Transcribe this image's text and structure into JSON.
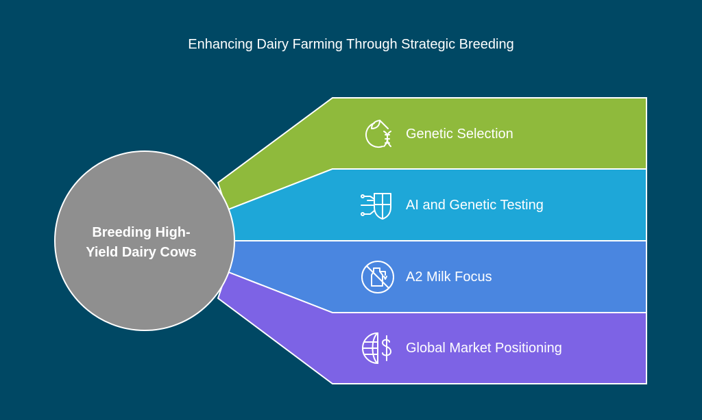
{
  "title": "Enhancing Dairy Farming Through Strategic Breeding",
  "center": {
    "line1": "Breeding High-",
    "line2": "Yield Dairy Cows",
    "color": "#8f8f8f"
  },
  "bands": [
    {
      "label": "Genetic Selection",
      "icon": "dna-sprout-icon",
      "color": "#8fba3c"
    },
    {
      "label": "AI and Genetic Testing",
      "icon": "circuit-shield-icon",
      "color": "#1ea7d8"
    },
    {
      "label": "A2 Milk Focus",
      "icon": "no-milk-bottle-icon",
      "color": "#4a86e0"
    },
    {
      "label": "Global Market Positioning",
      "icon": "globe-dollar-icon",
      "color": "#7d63e5"
    }
  ]
}
